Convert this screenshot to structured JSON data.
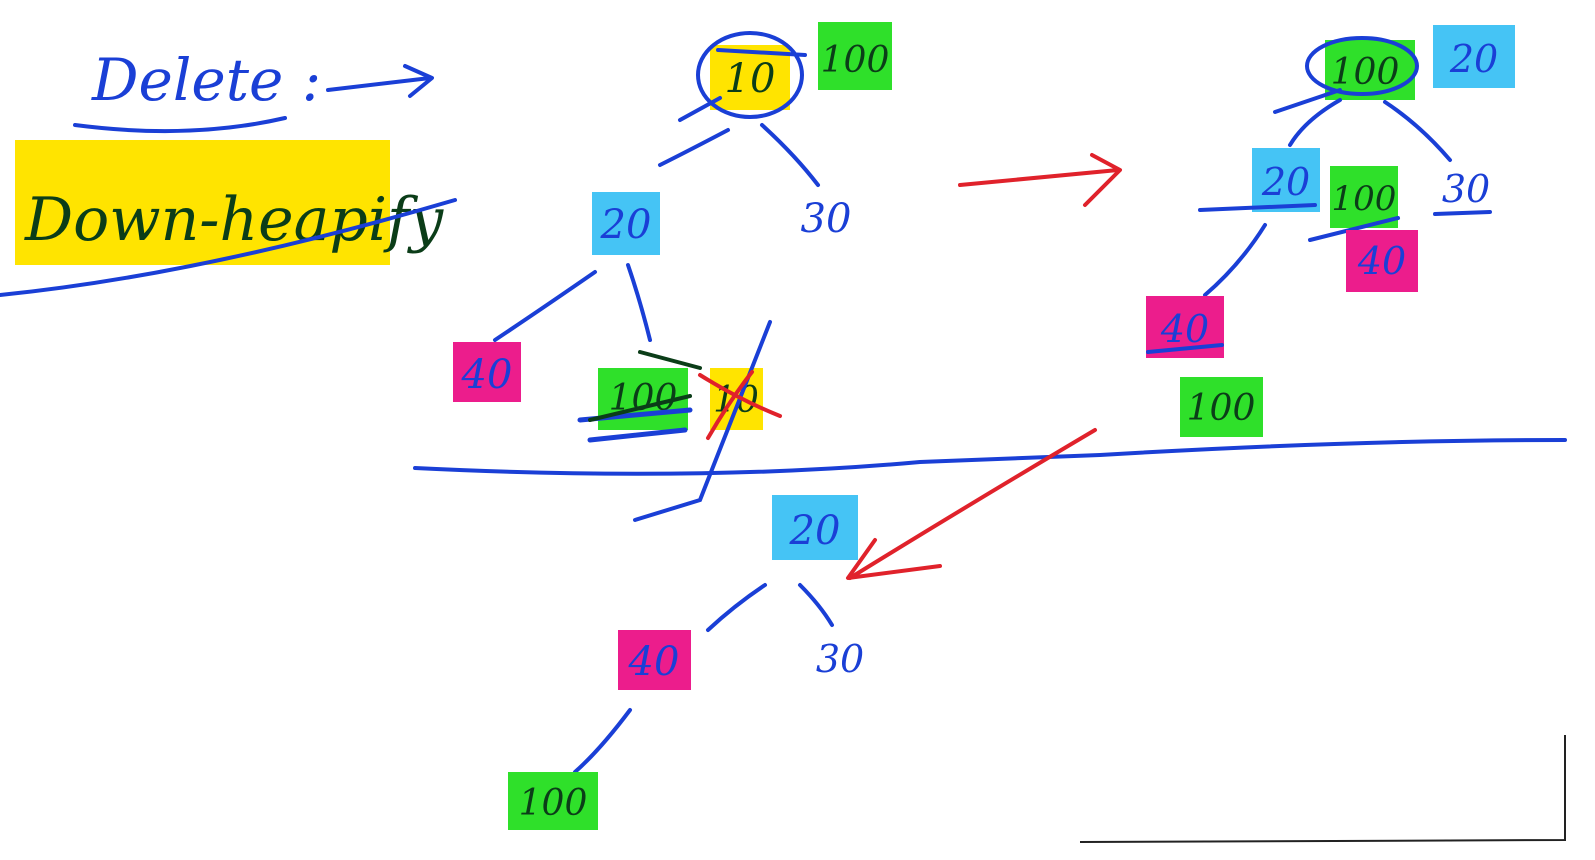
{
  "title": "Delete :",
  "subtitle": "Down-heapify",
  "colors": {
    "ink_blue": "#1a3fd6",
    "ink_dark": "#0b3d18",
    "arrow_red": "#e0222b",
    "highlight_yellow": "#ffe400",
    "node_green": "#2fe02a",
    "node_cyan": "#45c4f5",
    "node_magenta": "#ec1d8c"
  },
  "tree_left": {
    "root": "10",
    "root_new": "100",
    "left_child": "20",
    "right_child": "30",
    "left_left": "40",
    "left_right": "100",
    "removed": "10"
  },
  "tree_right": {
    "root": "100",
    "root_new": "20",
    "left_child": "20",
    "left_new": "100",
    "left_new2": "40",
    "right_child": "30",
    "left_left": "40",
    "detached": "100"
  },
  "tree_bottom": {
    "root": "20",
    "left_child": "40",
    "right_child": "30",
    "left_left": "100"
  }
}
